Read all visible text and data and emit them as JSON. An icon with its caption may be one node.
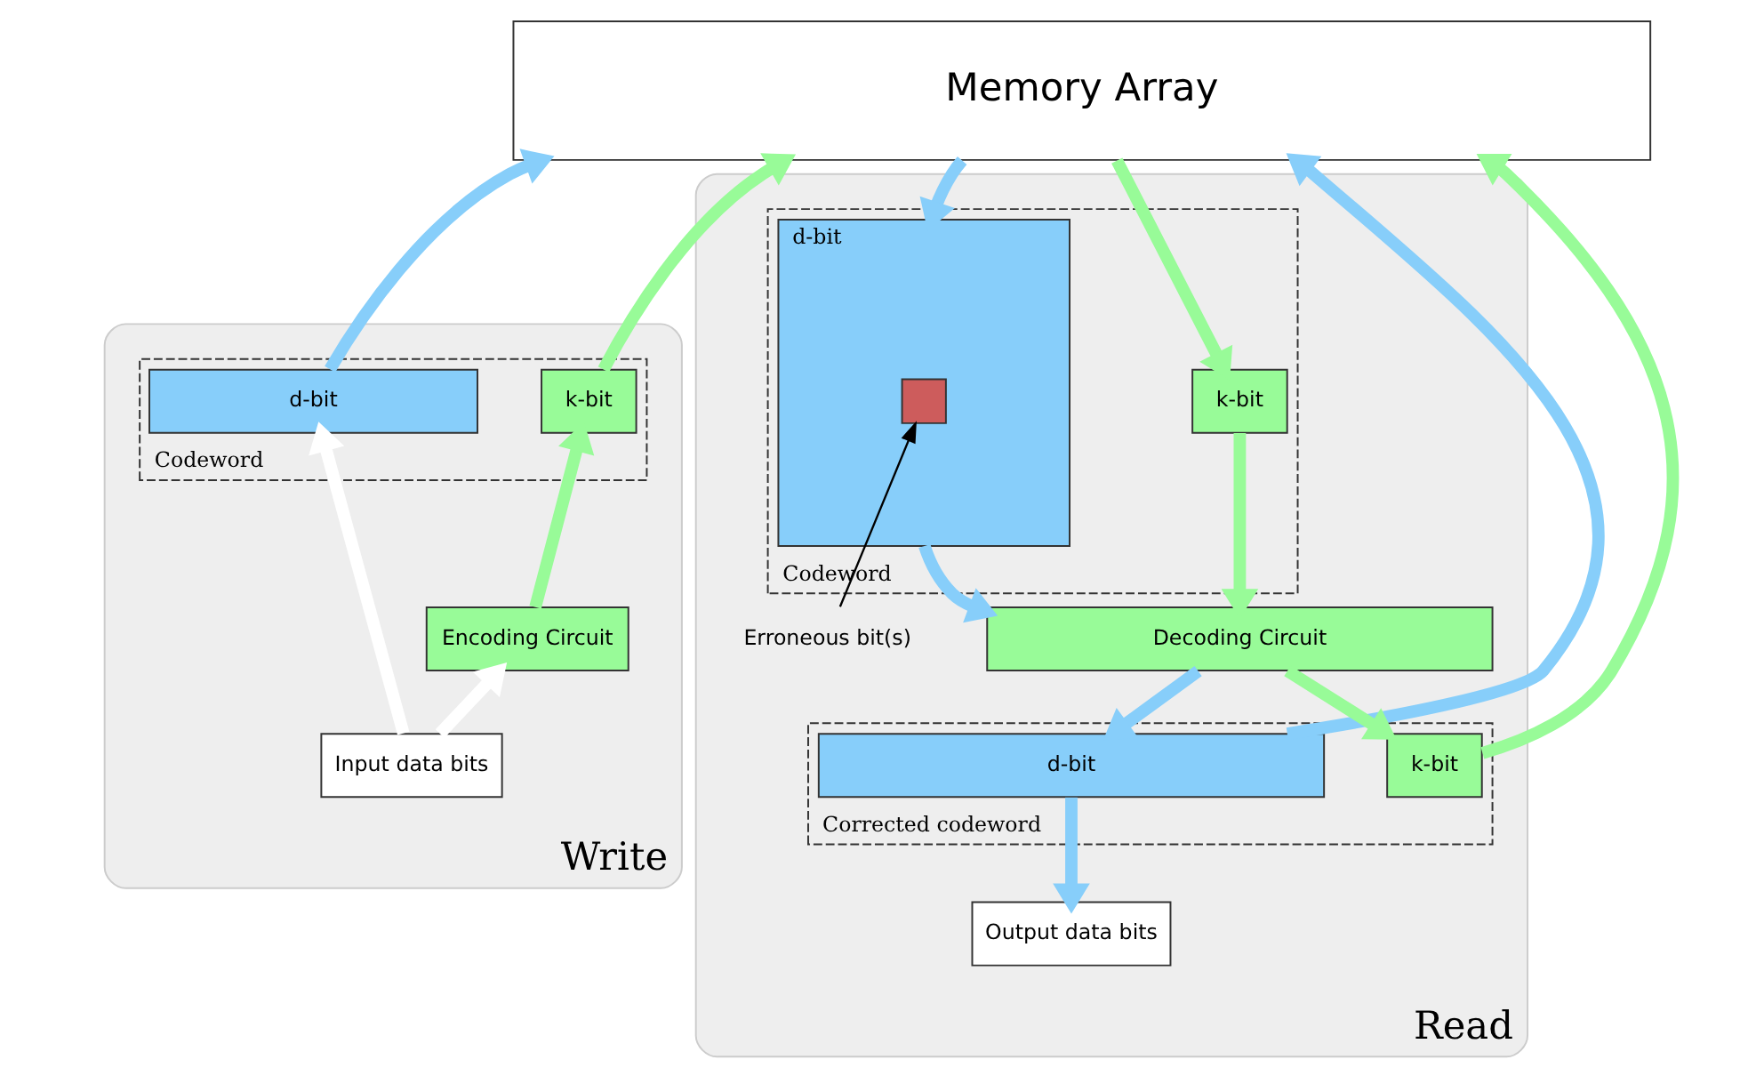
{
  "diagram": {
    "nodes": [
      {
        "text": [
          "Memory Array"
        ]
      },
      {
        "text": [
          "Write"
        ]
      },
      {
        "text": [
          "Codeword"
        ],
        "in": 1
      },
      {
        "text": [
          "d-bit"
        ],
        "in": 2
      },
      {
        "text": [
          "k-bit"
        ],
        "in": 2
      },
      {
        "text": [
          "Encoding Circuit"
        ],
        "in": 1
      },
      {
        "text": [
          "Input data bits"
        ],
        "in": 1
      },
      {
        "text": [
          "Read"
        ]
      },
      {
        "text": [
          "Codeword"
        ],
        "in": 7
      },
      {
        "text": [
          "d-bit"
        ],
        "in": 8
      },
      {
        "text": [],
        "shape": "box",
        "in": 9
      },
      {
        "text": [
          "k-bit"
        ],
        "in": 8
      },
      {
        "text": [
          "Erroneous bit(s)"
        ],
        "in": 7
      },
      {
        "text": [
          "Decoding Circuit"
        ],
        "in": 7
      },
      {
        "text": [
          "Corrected codeword"
        ],
        "in": 7
      },
      {
        "text": [
          "d-bit"
        ],
        "in": 14
      },
      {
        "text": [
          "k-bit"
        ],
        "in": 14
      },
      {
        "text": [
          "Output data bits"
        ],
        "in": 7
      }
    ],
    "edges": [
      {
        "from": 3,
        "to": 0,
        "arrow": "to",
        "color": "#87cefa"
      },
      {
        "from": 4,
        "to": 0,
        "arrow": "to",
        "color": "#98fb98"
      },
      {
        "from": 6,
        "to": 3,
        "arrow": "to",
        "color": "#ffffff"
      },
      {
        "from": 6,
        "to": 5,
        "arrow": "to",
        "color": "#ffffff"
      },
      {
        "from": 5,
        "to": 4,
        "arrow": "to",
        "color": "#98fb98"
      },
      {
        "from": 0,
        "to": 9,
        "arrow": "to",
        "color": "#87cefa"
      },
      {
        "from": 0,
        "to": 11,
        "arrow": "to",
        "color": "#98fb98"
      },
      {
        "from": 12,
        "to": 10,
        "arrow": "to",
        "color": "#000000"
      },
      {
        "from": 9,
        "to": 13,
        "arrow": "to",
        "color": "#87cefa"
      },
      {
        "from": 11,
        "to": 13,
        "arrow": "to",
        "color": "#98fb98"
      },
      {
        "from": 13,
        "to": 15,
        "arrow": "to",
        "color": "#87cefa"
      },
      {
        "from": 13,
        "to": 16,
        "arrow": "to",
        "color": "#98fb98"
      },
      {
        "from": 15,
        "to": 17,
        "arrow": "to",
        "color": "#87cefa"
      },
      {
        "from": 15,
        "to": 0,
        "arrow": "to",
        "color": "#87cefa"
      },
      {
        "from": 16,
        "to": 0,
        "arrow": "to",
        "color": "#98fb98"
      }
    ]
  }
}
